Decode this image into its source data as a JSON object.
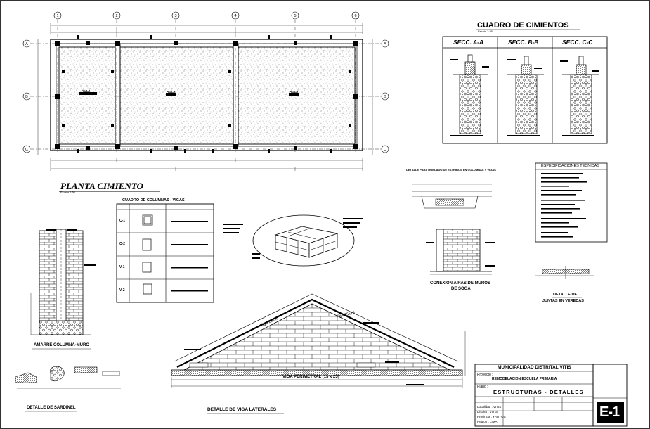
{
  "grid": {
    "columns": [
      "1",
      "2",
      "3",
      "4",
      "5",
      "6"
    ],
    "rows": [
      "A",
      "B",
      "C"
    ]
  },
  "plan": {
    "title": "PLANTA CIMIENTO",
    "scale": "Escala 1:50",
    "room_labels": [
      "AULA",
      "AULA",
      "AULA"
    ]
  },
  "cuadro_cimientos": {
    "title": "CUADRO DE CIMIENTOS",
    "scale": "Escala 1:25",
    "sections": [
      "SECC. A-A",
      "SECC. B-B",
      "SECC. C-C"
    ]
  },
  "columnas": {
    "title": "CUADRO DE COLUMNAS - VIGAS",
    "rows": [
      "C-1",
      "C-2",
      "V-1",
      "V-2"
    ]
  },
  "details": {
    "amarre": "AMARRE COLUMNA-MURO",
    "sardinel": "DETALLE DE SARDINEL",
    "viga_lateral": "DETALLE DE VIGA LATERALES",
    "viga_perimetral": "VIGA PERIMETRAL (15 x 25)",
    "viga_left": "Viga 15x15",
    "viga_right": "Viga 15x15",
    "conexion_1": "CONEXION A RAS DE MUROS",
    "conexion_2": "DE SOGA",
    "juntas_1": "DETALLE DE",
    "juntas_2": "JUNTAS EN VEREDAS",
    "dobles_title": "DETALLE PARA DOBLADO DE ESTRIBOS EN COLUMNAS Y VIGAS"
  },
  "specs": {
    "title": "ESPECIFICACIONES TECNICAS"
  },
  "title_block": {
    "owner": "MUNICIPALIDAD DISTRITAL VITIS",
    "project_label": "Proyecto :",
    "project": "REMODELACION ESCUELA PRIMARIA",
    "plano_label": "Plano :",
    "plano": "ESTRUCTURAS - DETALLES",
    "localidad": "Localidad : VITIS",
    "distrito": "Distrito : VITIS",
    "provincia": "Provincia : YAUYOS",
    "region": "Region : LIMA",
    "sheet": "E-1"
  }
}
